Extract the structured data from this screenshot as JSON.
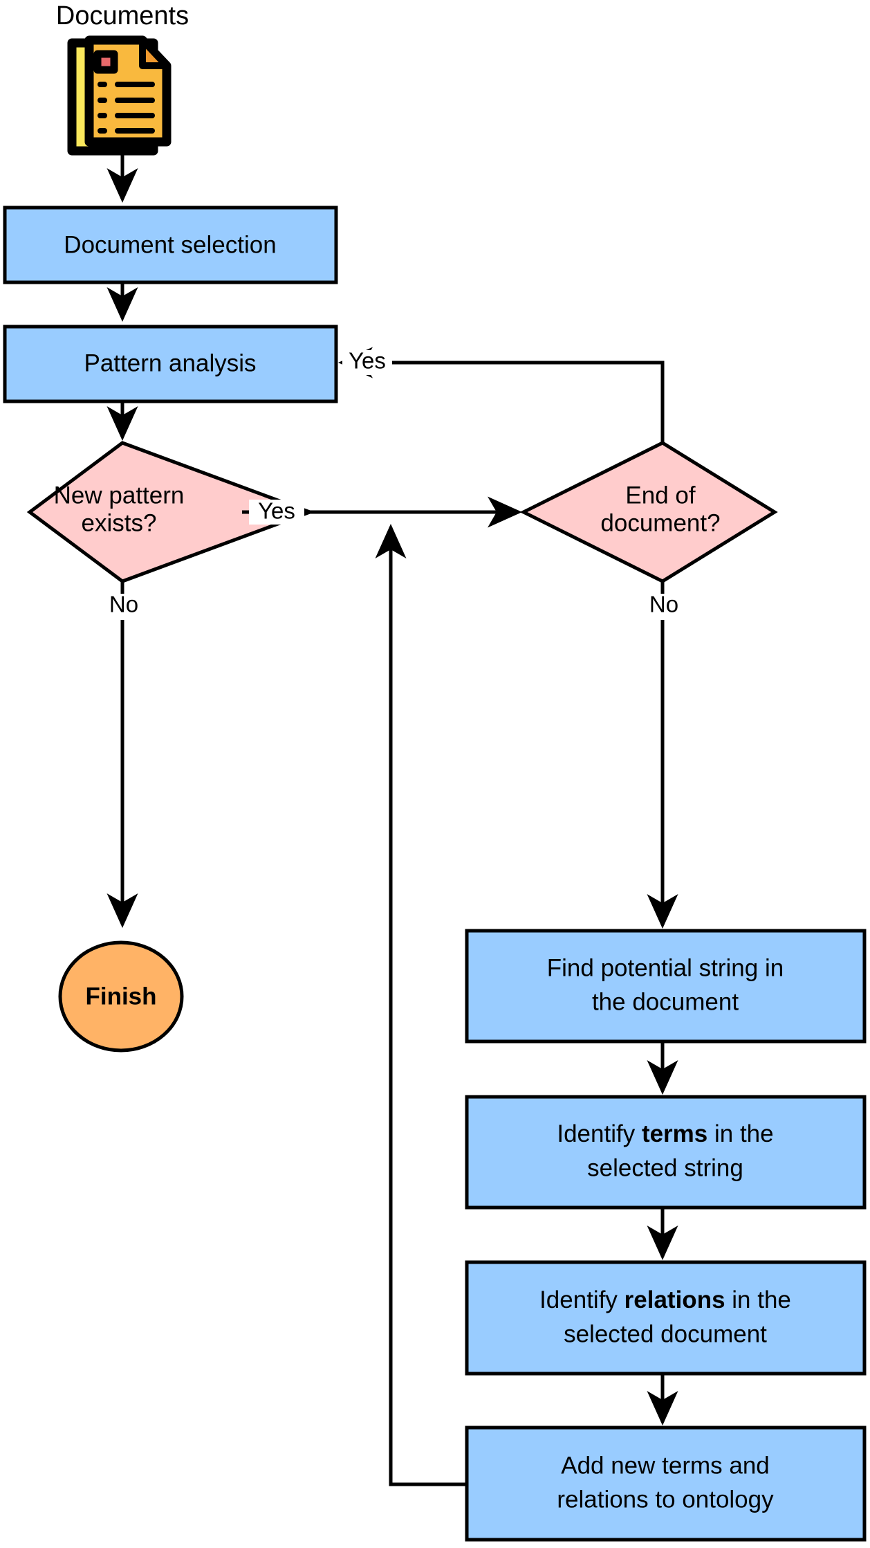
{
  "diagram": {
    "title": "Documents",
    "colors": {
      "process_fill": "#99CCFF",
      "decision_fill": "#FFCCCC",
      "terminal_fill": "#FFB366",
      "stroke": "#000000",
      "doc_front_fill": "#F9B93E",
      "doc_back_fill": "#FAE85C",
      "doc_accent_fill": "#E8696B",
      "background": "#FFFFFF"
    },
    "nodes": {
      "documents_icon": {
        "label": "Documents",
        "type": "artifact-icon"
      },
      "document_selection": {
        "label": "Document selection",
        "type": "process"
      },
      "pattern_analysis": {
        "label": "Pattern analysis",
        "type": "process"
      },
      "new_pattern": {
        "line1": "New pattern",
        "line2": "exists?",
        "type": "decision"
      },
      "end_of_document": {
        "line1": "End of",
        "line2": "document?",
        "type": "decision"
      },
      "finish": {
        "label": "Finish",
        "type": "terminal"
      },
      "find_string": {
        "line1": "Find potential string in",
        "line2": "the document",
        "type": "process"
      },
      "identify_terms": {
        "line1_a": "Identify ",
        "line1_b": "terms",
        "line1_c": " in the",
        "line2": "selected string",
        "type": "process"
      },
      "identify_relations": {
        "line1_a": "Identify ",
        "line1_b": "relations",
        "line1_c": " in the",
        "line2": "selected document",
        "type": "process"
      },
      "add_to_ontology": {
        "line1": "Add new terms and",
        "line2": "relations to ontology",
        "type": "process"
      }
    },
    "edge_labels": {
      "end_of_document_yes": "Yes",
      "new_pattern_yes": "Yes",
      "new_pattern_no": "No",
      "end_of_document_no": "No",
      "loop_back_yes": "Yes"
    }
  }
}
